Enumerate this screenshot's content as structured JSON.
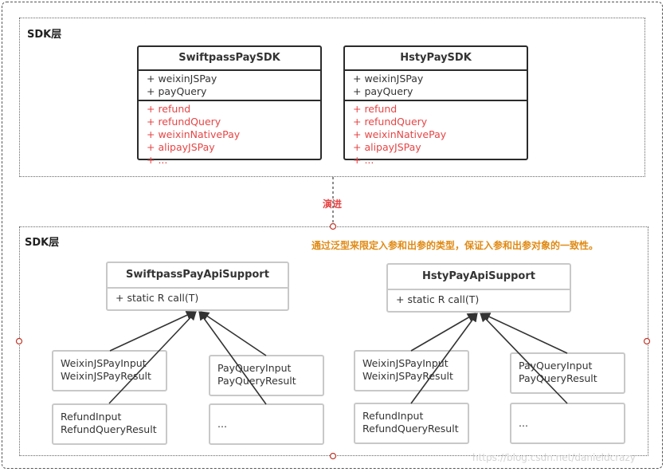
{
  "top_panel": {
    "label": "SDK层",
    "classes": [
      {
        "title": "SwiftpassPaySDK",
        "methods": [
          "+ weixinJSPay",
          "+ payQuery"
        ],
        "extra_methods": [
          "+ refund",
          "+ refundQuery",
          "+ weixinNativePay",
          "+ alipayJSPay",
          "+ ..."
        ]
      },
      {
        "title": "HstyPaySDK",
        "methods": [
          "+ weixinJSPay",
          "+ payQuery"
        ],
        "extra_methods": [
          "+ refund",
          "+ refundQuery",
          "+ weixinNativePay",
          "+ alipayJSPay",
          "+ ..."
        ]
      }
    ]
  },
  "evolve_label": "演进",
  "bottom_panel": {
    "label": "SDK层",
    "note": "通过泛型来限定入参和出参的类型，保证入参和出参对象的一致性。",
    "groups": [
      {
        "title": "SwiftpassPayApiSupport",
        "method": "+ static R call(T)",
        "leaves": [
          [
            "WeixinJSPayInput",
            "WeixinJSPayResult"
          ],
          [
            "PayQueryInput",
            "PayQueryResult"
          ],
          [
            "RefundInput",
            "RefundQueryResult"
          ],
          [
            "..."
          ]
        ]
      },
      {
        "title": "HstyPayApiSupport",
        "method": "+ static R call(T)",
        "leaves": [
          [
            "WeixinJSPayInput",
            "WeixinJSPayResult"
          ],
          [
            "PayQueryInput",
            "PayQueryResult"
          ],
          [
            "RefundInput",
            "RefundQueryResult"
          ],
          [
            "..."
          ]
        ]
      }
    ]
  },
  "watermark": "https://blog.csdn.net/danieldcrazy",
  "colors": {
    "highlight": "#e64545",
    "note": "#e08a14",
    "border": "#2b2b2b",
    "soft_border": "#c8c8c8"
  }
}
